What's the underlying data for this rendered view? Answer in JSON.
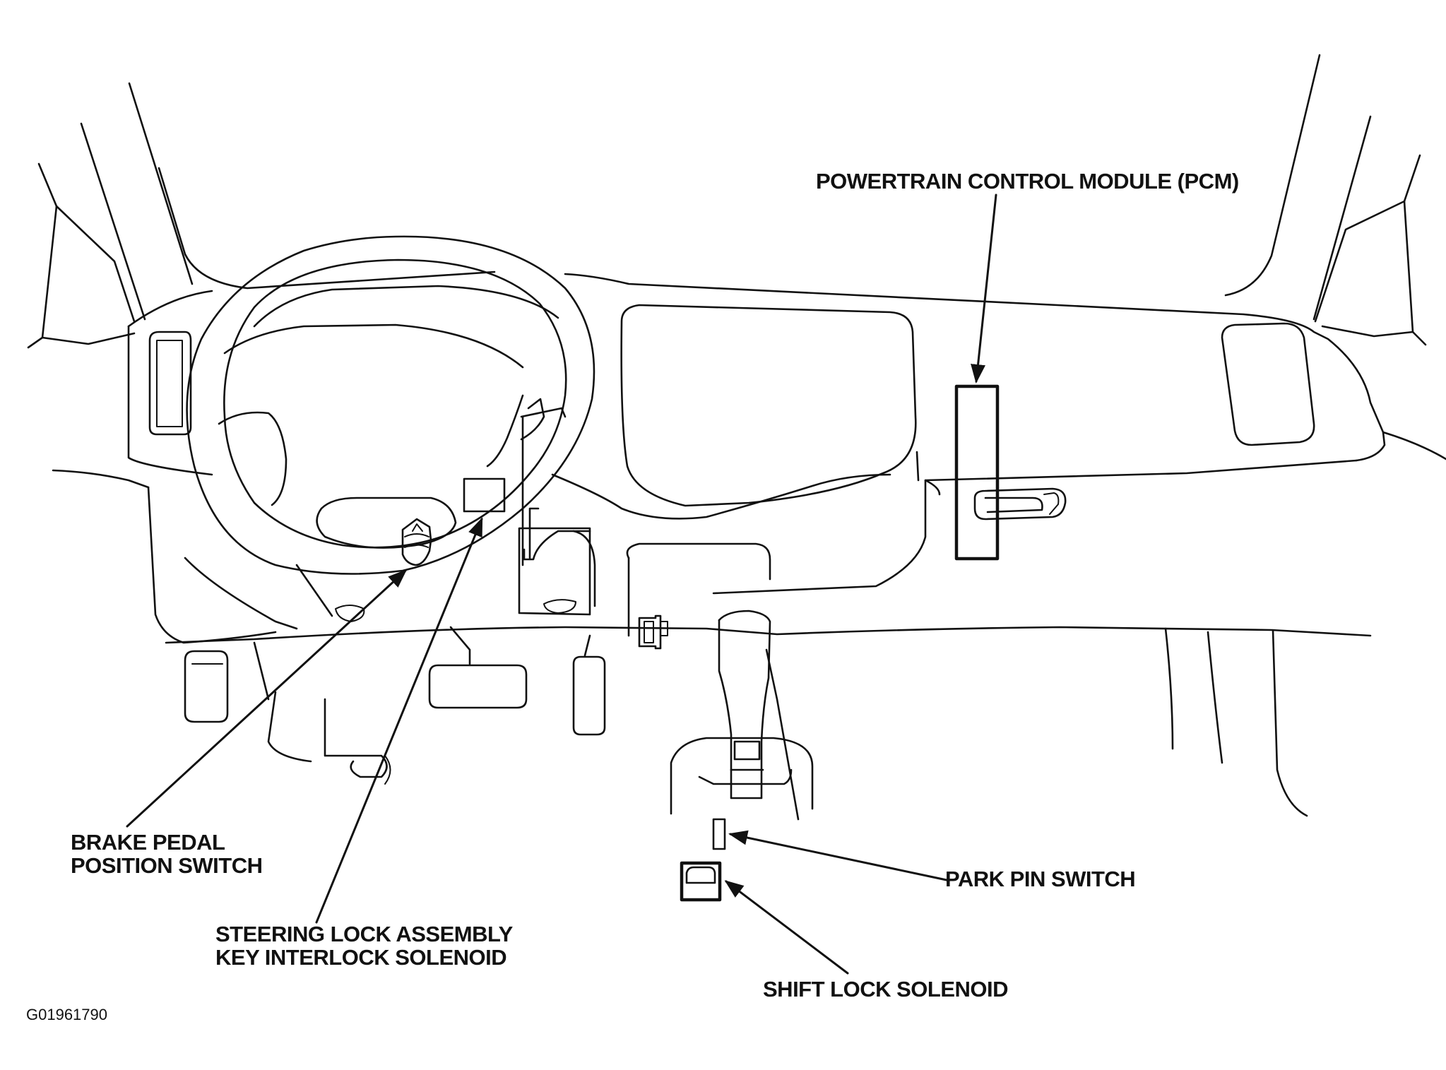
{
  "callouts": {
    "pcm": "POWERTRAIN CONTROL MODULE (PCM)",
    "brake_switch": [
      "BRAKE PEDAL",
      "POSITION SWITCH"
    ],
    "steering_lock": [
      "STEERING LOCK ASSEMBLY",
      "KEY INTERLOCK SOLENOID"
    ],
    "park_pin": "PARK PIN SWITCH",
    "shift_lock": "SHIFT LOCK SOLENOID"
  },
  "figure_id": "G01961790",
  "colors": {
    "ink": "#111111",
    "background": "#ffffff"
  }
}
